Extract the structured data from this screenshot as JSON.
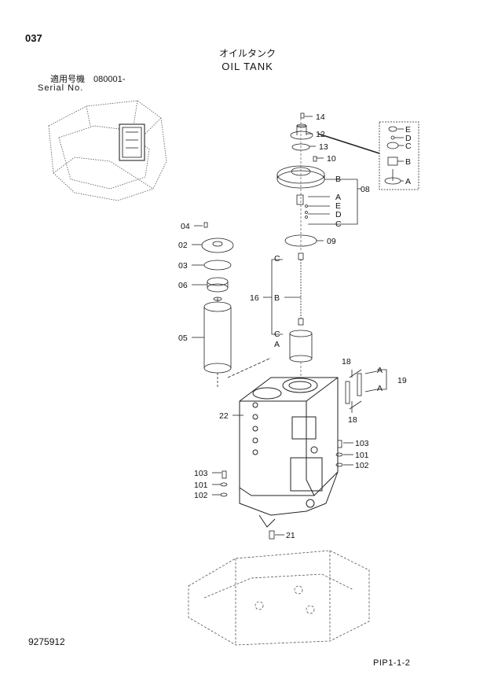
{
  "header": {
    "page_number": "037",
    "title_jp": "オイルタンク",
    "title_en": "OIL TANK",
    "serial_label_jp": "適用号機",
    "serial_value": "080001-",
    "serial_label_en": "Serial No."
  },
  "footer": {
    "document_number": "9275912",
    "page_reference": "PIP1-1-2"
  },
  "callouts": {
    "c14": "14",
    "c12": "12",
    "c13": "13",
    "c10": "10",
    "c08": "08",
    "c09": "09",
    "c16": "16",
    "c04": "04",
    "c02": "02",
    "c03": "03",
    "c06": "06",
    "c05": "05",
    "c22": "22",
    "c18a": "18",
    "c18b": "18",
    "c19": "19",
    "c103r": "103",
    "c101r": "101",
    "c102r": "102",
    "c103l": "103",
    "c101l": "101",
    "c102l": "102",
    "c21": "21"
  },
  "sub_letters": {
    "kit_e": "E",
    "kit_d": "D",
    "kit_c": "C",
    "kit_b": "B",
    "kit_a": "A",
    "l08_b": "B",
    "l08_a": "A",
    "l08_e": "E",
    "l08_d": "D",
    "l08_c": "C",
    "l16_c1": "C",
    "l16_b": "B",
    "l16_c2": "C",
    "l16_a": "A",
    "l19_a1": "A",
    "l19_a2": "A"
  }
}
